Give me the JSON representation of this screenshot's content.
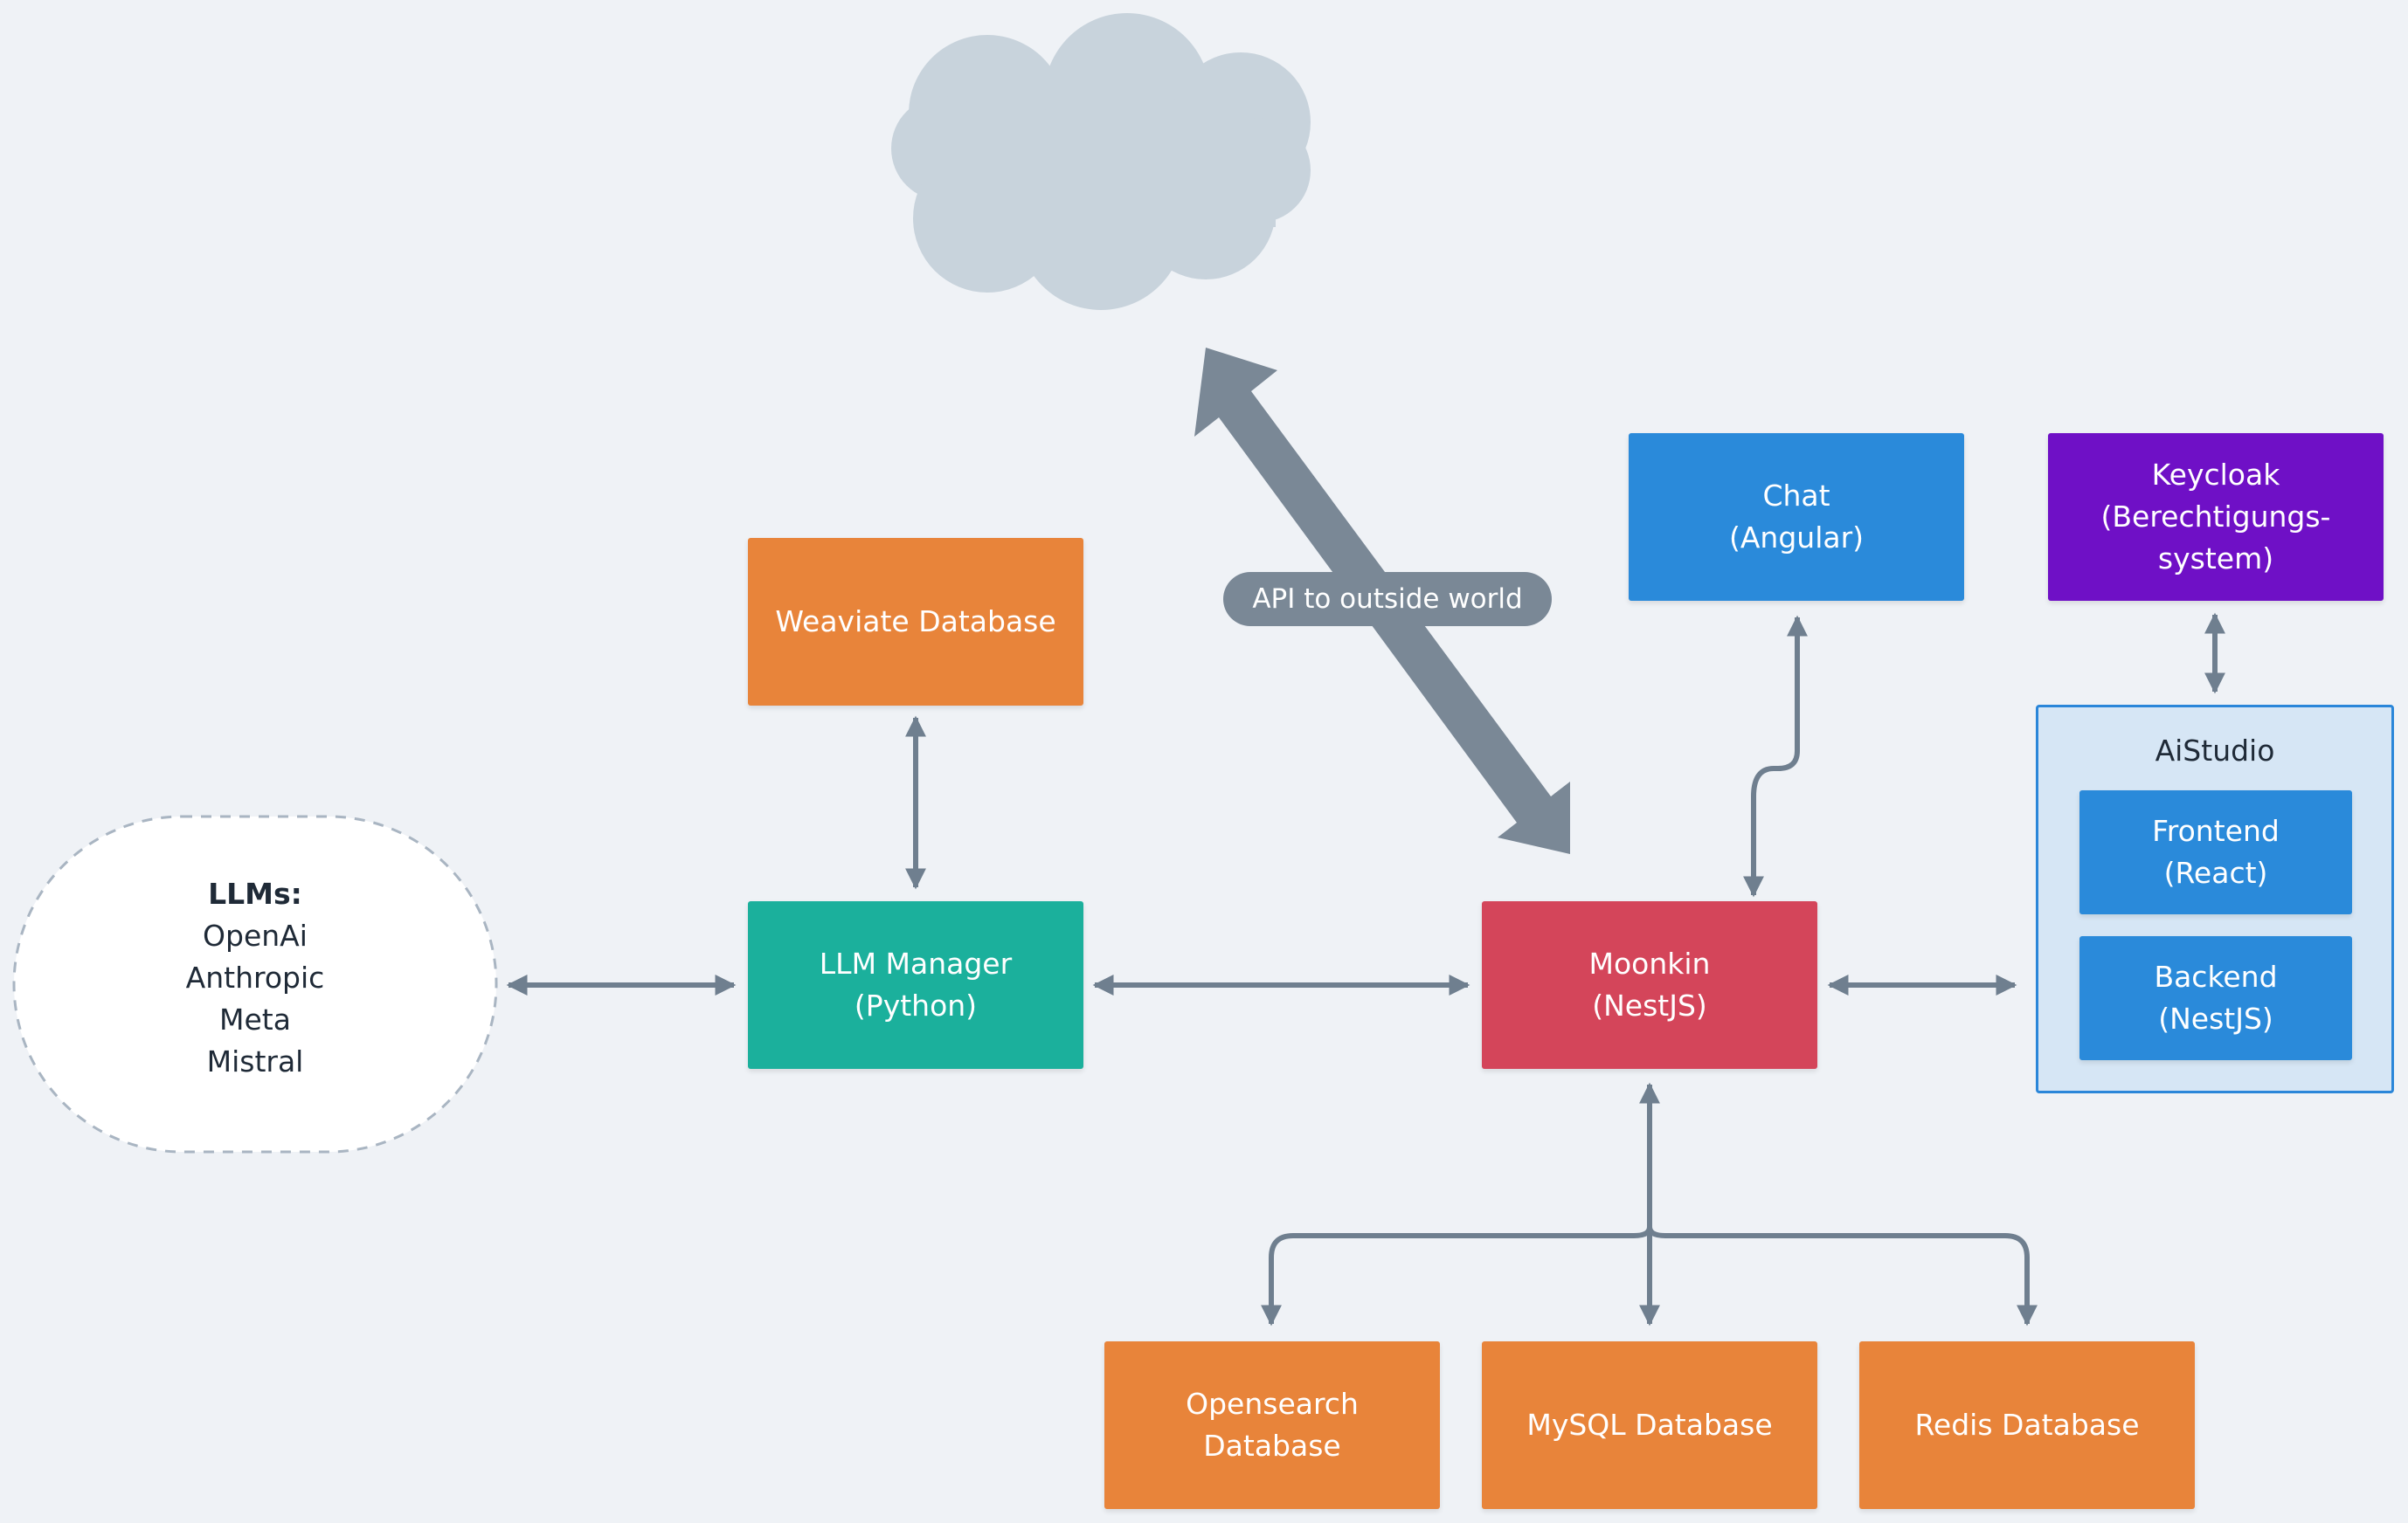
{
  "llms": {
    "heading": "LLMs:",
    "items": [
      "OpenAi",
      "Anthropic",
      "Meta",
      "Mistral"
    ]
  },
  "nodes": {
    "weaviate": {
      "lines": [
        "Weaviate Database"
      ],
      "color": "#e8843a"
    },
    "llm_manager": {
      "lines": [
        "LLM Manager",
        "(Python)"
      ],
      "color": "#1bb09c"
    },
    "moonkin": {
      "lines": [
        "Moonkin",
        "(NestJS)"
      ],
      "color": "#d4455a"
    },
    "chat": {
      "lines": [
        "Chat",
        "(Angular)"
      ],
      "color": "#2a8ada"
    },
    "keycloak": {
      "lines": [
        "Keycloak",
        "(Berechtigungs-",
        "system)"
      ],
      "color": "#6f10c6"
    },
    "frontend": {
      "lines": [
        "Frontend",
        "(React)"
      ],
      "color": "#2a8ada"
    },
    "backend": {
      "lines": [
        "Backend",
        "(NestJS)"
      ],
      "color": "#2a8ada"
    },
    "opensearch": {
      "lines": [
        "Opensearch",
        "Database"
      ],
      "color": "#e8843a"
    },
    "mysql": {
      "lines": [
        "MySQL Database"
      ],
      "color": "#e8843a"
    },
    "redis": {
      "lines": [
        "Redis Database"
      ],
      "color": "#e8843a"
    }
  },
  "aistudio": {
    "title": "AiStudio"
  },
  "api_label": "API to outside world",
  "colors": {
    "background": "#eff2f6",
    "arrow": "#6f7f8f",
    "cloud": "#c8d3dc",
    "api_arrow": "#7a8896"
  }
}
